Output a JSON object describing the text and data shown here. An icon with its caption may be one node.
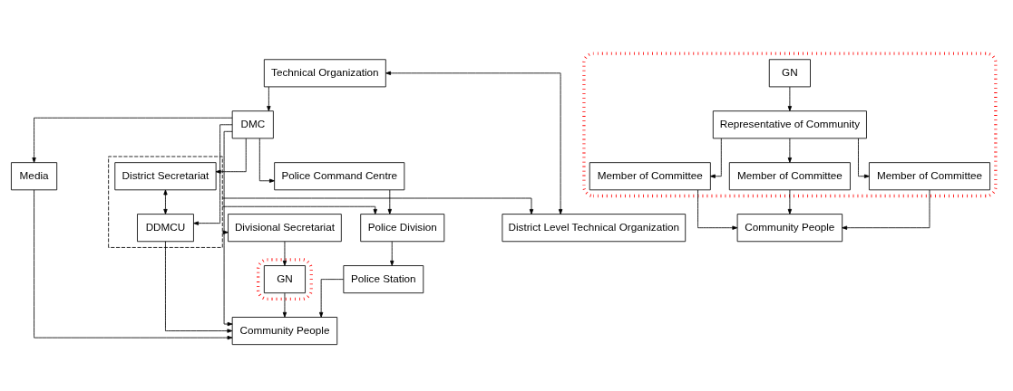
{
  "diagram": {
    "nodes": [
      {
        "text": [
          "Technical Organization"
        ]
      },
      {
        "text": [
          "Police Command Centre"
        ]
      },
      {
        "text": [
          "DMC"
        ]
      },
      {
        "text": [
          "Media"
        ]
      },
      {
        "text": [],
        "shape": "box"
      },
      {
        "text": [
          "District Secretariat"
        ],
        "in": 4
      },
      {
        "text": [
          "DDMCU"
        ],
        "in": 4
      },
      {
        "text": [
          "Police Division"
        ]
      },
      {
        "text": [
          "District Level Technical Organization"
        ]
      },
      {
        "text": [
          "Police Station"
        ]
      },
      {
        "text": [
          "Divisional Secretariat"
        ]
      },
      {
        "text": [],
        "shape": "ellipse"
      },
      {
        "text": [
          "GN"
        ],
        "in": 11
      },
      {
        "text": [
          "Community People"
        ]
      },
      {
        "text": [],
        "shape": "ellipse"
      },
      {
        "text": [
          "GN"
        ],
        "in": 14
      },
      {
        "text": [
          "Representative of Community"
        ],
        "in": 14
      },
      {
        "text": [
          "Member of Committee"
        ],
        "in": 14
      },
      {
        "text": [
          "Member of Committee"
        ],
        "in": 14
      },
      {
        "text": [
          "Member of Committee"
        ],
        "in": 14
      },
      {
        "text": [
          "Community People"
        ]
      }
    ],
    "edges": [
      {
        "from": 0,
        "to": 2,
        "arrow": "to"
      },
      {
        "from": 0,
        "to": 8,
        "arrow": "both"
      },
      {
        "from": 2,
        "to": 1,
        "arrow": "to"
      },
      {
        "from": 2,
        "to": 3,
        "arrow": "to"
      },
      {
        "from": 2,
        "to": 5,
        "arrow": "to"
      },
      {
        "from": 2,
        "to": 6,
        "arrow": "to"
      },
      {
        "from": 2,
        "to": 13,
        "arrow": "to"
      },
      {
        "from": 1,
        "to": 7,
        "arrow": "to"
      },
      {
        "from": 5,
        "to": 6,
        "arrow": "both"
      },
      {
        "from": 4,
        "to": 7,
        "arrow": "to"
      },
      {
        "from": 4,
        "to": 8,
        "arrow": "to"
      },
      {
        "from": 4,
        "to": 10,
        "arrow": "to"
      },
      {
        "from": 6,
        "to": 13,
        "arrow": "to"
      },
      {
        "from": 3,
        "to": 13,
        "arrow": "to"
      },
      {
        "from": 7,
        "to": 9,
        "arrow": "to"
      },
      {
        "from": 9,
        "to": 13,
        "arrow": "to"
      },
      {
        "from": 10,
        "to": 12,
        "arrow": "to"
      },
      {
        "from": 12,
        "to": 13,
        "arrow": "to"
      },
      {
        "from": 15,
        "to": 16,
        "arrow": "to"
      },
      {
        "from": 16,
        "to": 17,
        "arrow": "to"
      },
      {
        "from": 16,
        "to": 18,
        "arrow": "to"
      },
      {
        "from": 16,
        "to": 19,
        "arrow": "to"
      },
      {
        "from": 17,
        "to": 20,
        "arrow": "to"
      },
      {
        "from": 18,
        "to": 20,
        "arrow": "to"
      },
      {
        "from": 19,
        "to": 20,
        "arrow": "to"
      }
    ]
  }
}
